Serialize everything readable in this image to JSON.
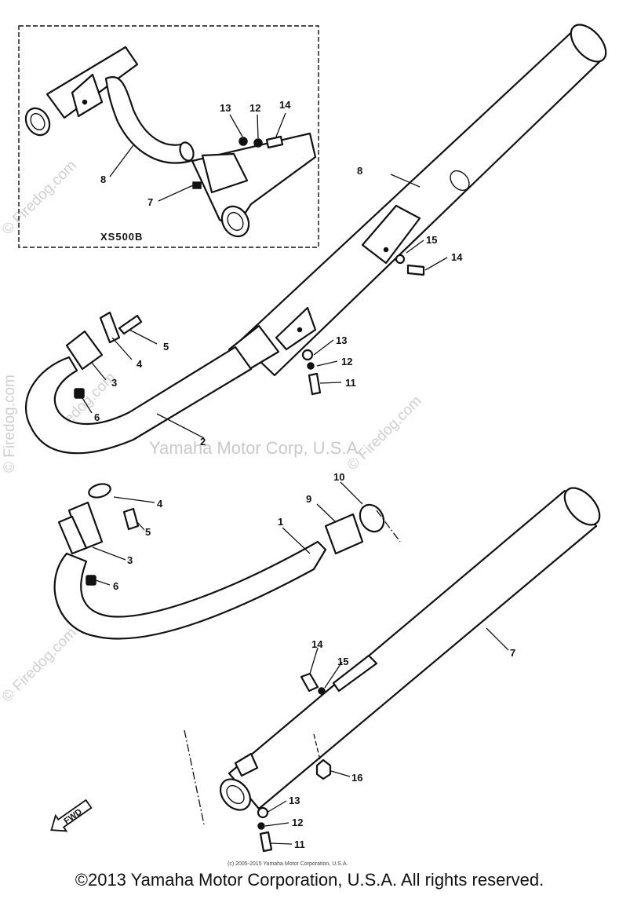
{
  "inset": {
    "model_label": "XS500B"
  },
  "callouts": {
    "c1": "1",
    "c2": "2",
    "c3a": "3",
    "c3b": "3",
    "c4a": "4",
    "c4b": "4",
    "c5a": "5",
    "c5b": "5",
    "c6a": "6",
    "c6b": "6",
    "c7_inset": "7",
    "c7": "7",
    "c8_inset": "8",
    "c8": "8",
    "c9": "9",
    "c10": "10",
    "c11a": "11",
    "c11b": "11",
    "c12_inset": "12",
    "c12a": "12",
    "c12b": "12",
    "c13_inset": "13",
    "c13a": "13",
    "c13b": "13",
    "c14_inset": "14",
    "c14a": "14",
    "c14b": "14",
    "c15a": "15",
    "c15b": "15",
    "c16": "16"
  },
  "watermarks": {
    "center": "Yamaha Motor Corp, U.S.A.",
    "side": "© Firedog.com",
    "diag": "© Firedog.com"
  },
  "fwd_mark": "FWD",
  "small_credit": "(c) 2005-2015 Yamaha Motor Corporation, U.S.A.",
  "copyright": "©2013 Yamaha Motor Corporation, U.S.A. All rights reserved."
}
